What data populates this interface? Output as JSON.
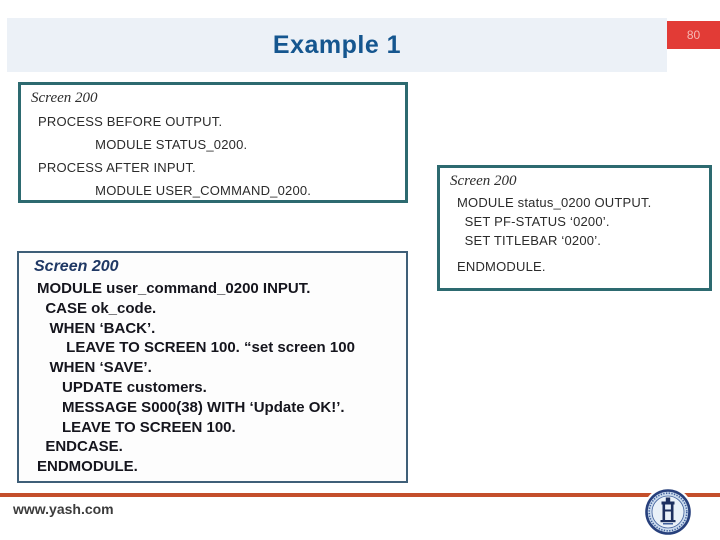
{
  "header": {
    "title": "Example 1",
    "page_number": "80"
  },
  "boxes": {
    "flow": {
      "label": "Screen 200",
      "lines": [
        "PROCESS BEFORE OUTPUT.",
        "               MODULE STATUS_0200.",
        "PROCESS AFTER INPUT.",
        "               MODULE USER_COMMAND_0200."
      ]
    },
    "pbo": {
      "label": "Screen 200",
      "lines": [
        "MODULE status_0200 OUTPUT.",
        "  SET PF-STATUS ‘0200’.",
        "  SET TITLEBAR ‘0200’.",
        "ENDMODULE."
      ]
    },
    "pai": {
      "label": "Screen 200",
      "lines": [
        "MODULE user_command_0200 INPUT.",
        "  CASE ok_code.",
        "   WHEN ‘BACK’.",
        "       LEAVE TO SCREEN 100. “set screen 100",
        "   WHEN ‘SAVE’.",
        "      UPDATE customers.",
        "      MESSAGE S000(38) WITH ‘Update OK!’.",
        "      LEAVE TO SCREEN 100.",
        "  ENDCASE.",
        "ENDMODULE."
      ]
    }
  },
  "footer": {
    "url": "www.yash.com",
    "logo_icon": "university-seal-logo"
  },
  "colors": {
    "title_blue": "#15568F",
    "band_bg": "#ECF1F7",
    "page_badge_bg": "#E23B36",
    "page_badge_text": "#F5B9B4",
    "teal_border": "#2D6A70",
    "pai_border": "#3F5F78",
    "screen_label_blue": "#1F3864",
    "accent_line_orange": "#C44F2B",
    "footer_text": "#3C3C3C"
  }
}
